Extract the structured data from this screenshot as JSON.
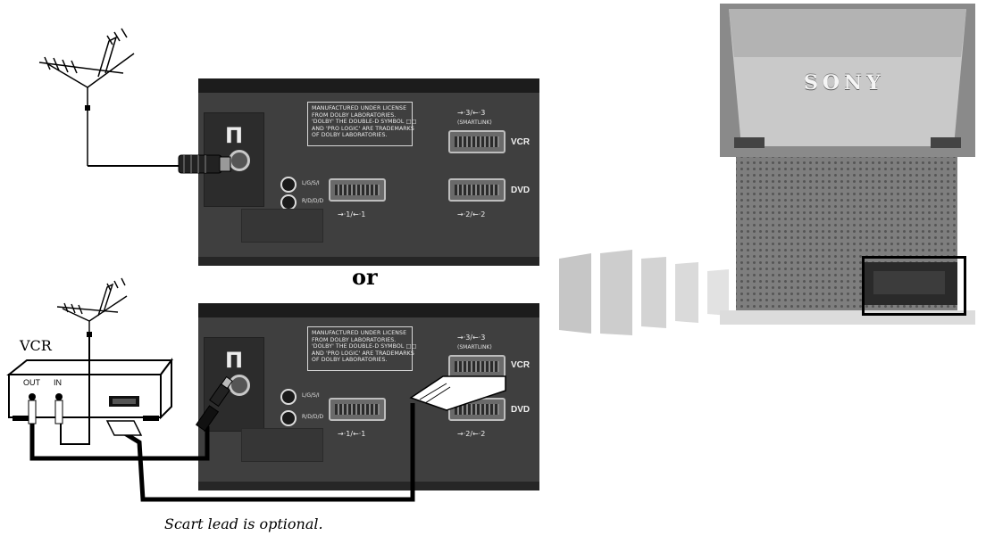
{
  "or_label": "or",
  "vcr": {
    "label": "VCR",
    "out_label": "OUT",
    "in_label": "IN"
  },
  "caption": "Scart lead is optional.",
  "tv": {
    "brand": "SONY"
  },
  "panel": {
    "license_text": "MANUFACTURED UNDER LICENSE\nFROM DOLBY LABORATORIES.\n'DOLBY' THE DOUBLE-D SYMBOL □□\nAND 'PRO LOGIC' ARE TRADEMARKS\nOF DOLBY LABORATORIES.",
    "scart3_label": "→·3/←·3",
    "smartlink_label": "(SMARTLINK)",
    "vcr_label": "VCR",
    "dvd_label": "DVD",
    "scart1_label": "→·1/←·1",
    "scart2_label": "→·2/←·2",
    "audio_l_label": "L/G/S/I",
    "audio_r_label": "R/D/D/D",
    "antenna_symbol": "Π"
  }
}
